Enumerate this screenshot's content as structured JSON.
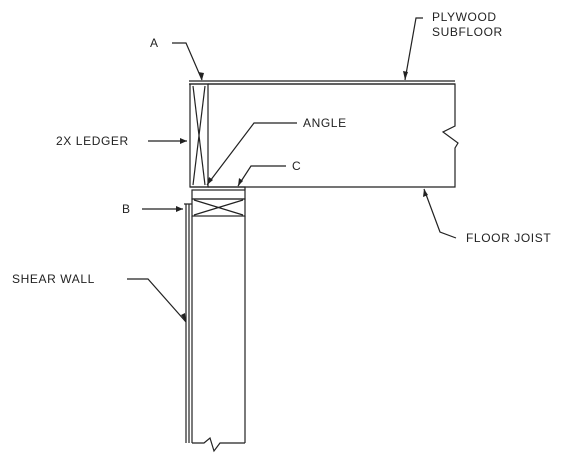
{
  "labels": {
    "a": "A",
    "plywood_line1": "PLYWOOD",
    "plywood_line2": "SUBFLOOR",
    "ledger": "2X LEDGER",
    "angle": "ANGLE",
    "c": "C",
    "b": "B",
    "floor_joist": "FLOOR JOIST",
    "shear_wall": "SHEAR WALL"
  },
  "colors": {
    "line": "#222222",
    "background": "#ffffff"
  }
}
